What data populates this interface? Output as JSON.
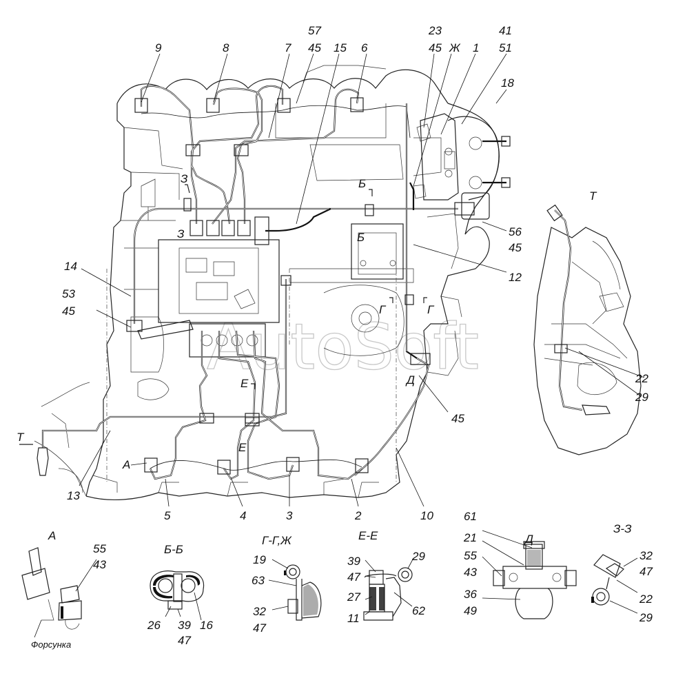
{
  "labels": {
    "l9": "9",
    "l8": "8",
    "l57": "57",
    "l45a": "45",
    "l7": "7",
    "l15": "15",
    "l6": "6",
    "l23": "23",
    "l45b": "45",
    "lZh": "Ж",
    "l1": "1",
    "l41": "41",
    "l51": "51",
    "l18": "18",
    "lZtop": "З",
    "lZbot": "З",
    "lBtop": "Б",
    "lBbot": "Б",
    "l56": "56",
    "l45c": "45",
    "l12": "12",
    "l14": "14",
    "l53": "53",
    "l45d": "45",
    "lG1": "Г",
    "lG2": "Г",
    "lD": "Д",
    "lE": "Е",
    "lEb": "Е",
    "lA": "А",
    "l45e": "45",
    "lT": "Т",
    "l13": "13",
    "l5": "5",
    "l4": "4",
    "l3": "3",
    "l2": "2",
    "l10": "10",
    "lTview": "Т",
    "l22t": "22",
    "l29t": "29"
  },
  "sections": {
    "A": {
      "title": "А",
      "n1": "55",
      "n2": "43",
      "caption": "Форсунка"
    },
    "BB": {
      "title": "Б-Б",
      "n1": "26",
      "n2": "39",
      "n3": "47",
      "n4": "16"
    },
    "GG": {
      "title": "Г-Г,Ж",
      "n1": "19",
      "n2": "63",
      "n3": "32",
      "n4": "47"
    },
    "EE": {
      "title": "Е-Е",
      "n1": "39",
      "n2": "47",
      "n3": "27",
      "n4": "11",
      "n5": "29",
      "n6": "62"
    },
    "D": {
      "title": "Д",
      "n1": "61",
      "n2": "21",
      "n3": "55",
      "n4": "43",
      "n5": "36",
      "n6": "49"
    },
    "ZZ": {
      "title": "З-З",
      "n1": "32",
      "n2": "47",
      "n3": "22",
      "n4": "29"
    }
  },
  "watermark": "AutoSoft"
}
